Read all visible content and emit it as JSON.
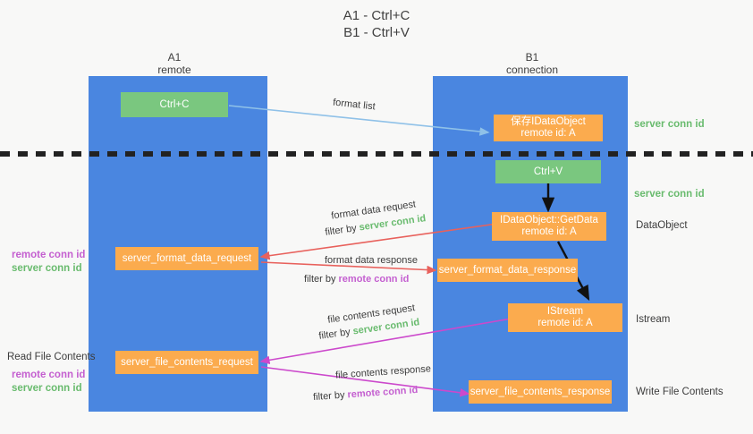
{
  "title": {
    "line1": "A1 - Ctrl+C",
    "line2": "B1 - Ctrl+V"
  },
  "columns": [
    {
      "name": "A1",
      "sub": "remote"
    },
    {
      "name": "B1",
      "sub": "connection"
    }
  ],
  "nodes": {
    "ctrl_c": "Ctrl+C",
    "ctrl_v": "Ctrl+V",
    "save_idataobject": "保存IDataObject",
    "save_idataobject_sub": "remote id: A",
    "getdata": "IDataObject::GetData",
    "getdata_sub": "remote id: A",
    "istream": "IStream",
    "istream_sub": "remote id: A",
    "server_format_data_request": "server_format_data_request",
    "server_format_data_response": "server_format_data_response",
    "server_file_contents_request": "server_file_contents_request",
    "server_file_contents_response": "server_file_contents_response"
  },
  "edge_labels": {
    "format_list": "format list",
    "format_data_request": "format data request",
    "format_data_request_filter_prefix": "filter by ",
    "format_data_request_filter_value": "server conn id",
    "format_data_response": "format data response",
    "format_data_response_filter_prefix": "filter by ",
    "format_data_response_filter_value": "remote conn id",
    "file_contents_request": "file contents request",
    "file_contents_request_filter_prefix": "filter by ",
    "file_contents_request_filter_value": "server conn id",
    "file_contents_response": "file contents response",
    "file_contents_response_filter_prefix": "filter by ",
    "file_contents_response_filter_value": "remote conn id"
  },
  "annotations": {
    "right_server_conn_top": "server conn id",
    "right_server_conn_mid": "server conn id",
    "right_dataobject": "DataObject",
    "right_istream": "Istream",
    "right_write_file_contents": "Write File Contents",
    "left_remote_conn_1": "remote conn id",
    "left_server_conn_1": "server conn id",
    "left_read_file_contents": "Read File Contents",
    "left_remote_conn_2": "remote conn id",
    "left_server_conn_2": "server conn id"
  },
  "colors": {
    "panel": "#4a86e0",
    "orange": "#fbab4e",
    "green_box": "#7ac77f",
    "green_text": "#69bb6e",
    "purple_text": "#c45fd0",
    "arrow_lightblue": "#8fc1e8",
    "arrow_red": "#e8615c",
    "arrow_magenta": "#cc49cc",
    "arrow_black": "#111111",
    "background": "#f8f8f7"
  }
}
